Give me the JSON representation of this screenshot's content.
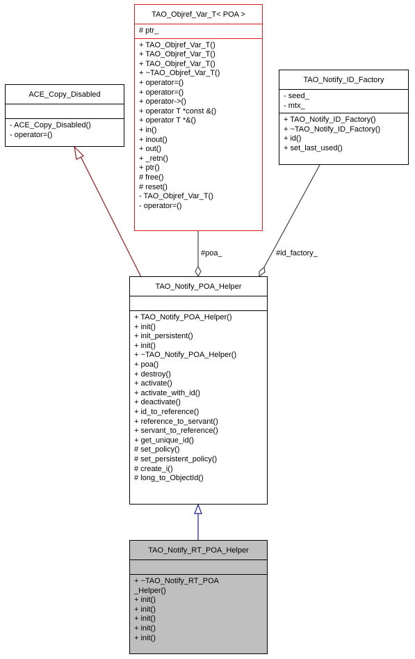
{
  "classes": {
    "objref": {
      "name": "TAO_Objref_Var_T< POA >",
      "attributes": [
        "# ptr_"
      ],
      "methods": [
        "+ TAO_Objref_Var_T()",
        "+ TAO_Objref_Var_T()",
        "+ TAO_Objref_Var_T()",
        "+ ~TAO_Objref_Var_T()",
        "+ operator=()",
        "+ operator=()",
        "+ operator->()",
        "+ operator T *const &()",
        "+ operator T *&()",
        "+ in()",
        "+ inout()",
        "+ out()",
        "+ _retn()",
        "+ ptr()",
        "# free()",
        "# reset()",
        "- TAO_Objref_Var_T()",
        "- operator=()"
      ]
    },
    "ace": {
      "name": "ACE_Copy_Disabled",
      "attributes": [],
      "methods": [
        "- ACE_Copy_Disabled()",
        "- operator=()"
      ]
    },
    "idfactory": {
      "name": "TAO_Notify_ID_Factory",
      "attributes": [
        "- seed_",
        "- mtx_"
      ],
      "methods": [
        "+ TAO_Notify_ID_Factory()",
        "+ ~TAO_Notify_ID_Factory()",
        "+ id()",
        "+ set_last_used()"
      ]
    },
    "poahelper": {
      "name": "TAO_Notify_POA_Helper",
      "attributes": [],
      "methods": [
        "+ TAO_Notify_POA_Helper()",
        "+ init()",
        "+ init_persistent()",
        "+ init()",
        "+ ~TAO_Notify_POA_Helper()",
        "+ poa()",
        "+ destroy()",
        "+ activate()",
        "+ activate_with_id()",
        "+ deactivate()",
        "+ id_to_reference()",
        "+ reference_to_servant()",
        "+ servant_to_reference()",
        "+ get_unique_id()",
        "# set_policy()",
        "# set_persistent_policy()",
        "# create_i()",
        "# long_to_ObjectId()"
      ]
    },
    "rtpoahelper": {
      "name": "TAO_Notify_RT_POA_Helper",
      "attributes": [],
      "methods": [
        "+ ~TAO_Notify_RT_POA\n_Helper()",
        "+ init()",
        "+ init()",
        "+ init()",
        "+ init()",
        "+ init()"
      ]
    }
  },
  "edges": {
    "poa_label": "#poa_",
    "id_factory_label": "#id_factory_"
  },
  "colors": {
    "inherit_public_line": "#1a1a8c",
    "inherit_private_line": "#8b1a1a",
    "usage_line": "#404040",
    "template_border": "#e01b1b",
    "focus_fill": "#bfbfbf"
  }
}
